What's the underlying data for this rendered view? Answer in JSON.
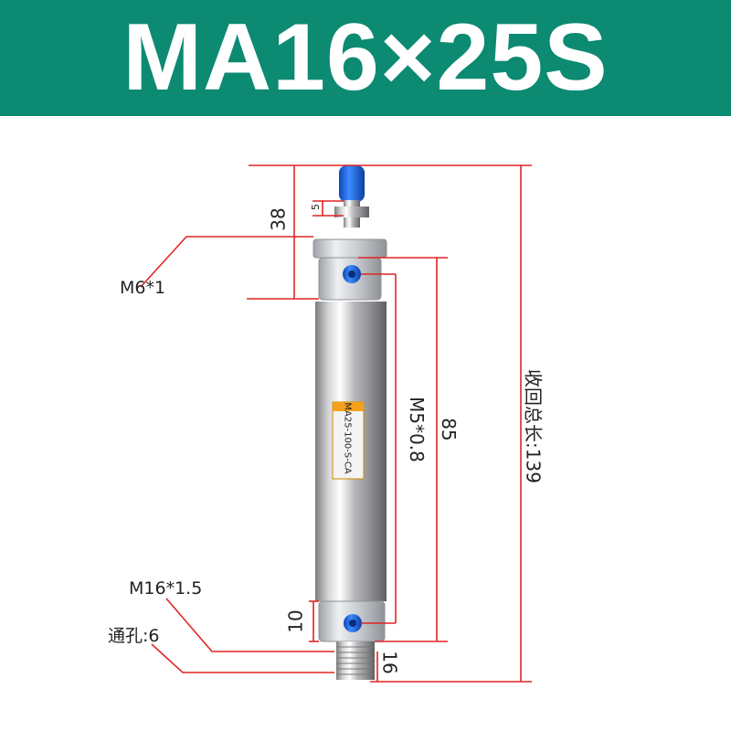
{
  "title": "MA16×25S",
  "colors": {
    "header_bg": "#0c8a72",
    "dimension_line": "#e02424",
    "port_plug": "#1565e0"
  },
  "labels": {
    "dim_38": "38",
    "dim_5": "5",
    "thread_m6": "M6*1",
    "port_m5": "M5*0.8",
    "dim_85": "85",
    "total_length": "收回总长:139",
    "barrel_label": "MA25-100-S-CA",
    "thread_m16": "M16*1.5",
    "dim_10": "10",
    "through_hole": "通孔:6",
    "dim_16": "16"
  }
}
